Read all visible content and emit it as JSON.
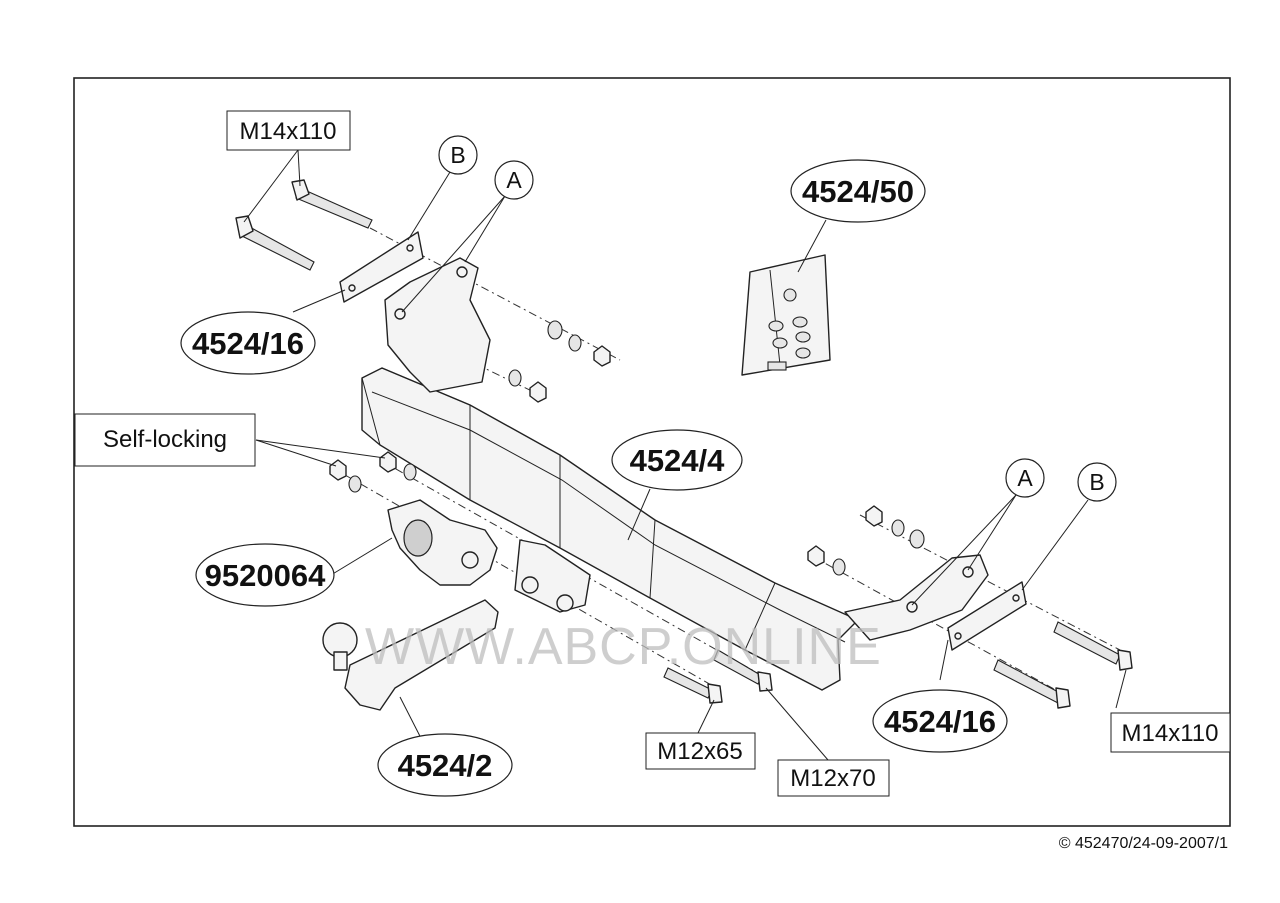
{
  "part_labels": {
    "bracket_left": "4524/16",
    "bracket_right": "4524/16",
    "crossbar": "4524/4",
    "fitting_kit": "4524/50",
    "socket_plate": "9520064",
    "tow_ball": "4524/2"
  },
  "reference_letters": {
    "b_left": "B",
    "a_left": "A",
    "a_right": "A",
    "b_right": "B"
  },
  "bolt_labels": {
    "m14_left": "M14x110",
    "m14_right": "M14x110",
    "m12x65": "M12x65",
    "m12x70": "M12x70"
  },
  "note_self_locking": "Self-locking",
  "watermark": "WWW.ABCP.ONLINE",
  "copyright": "© 452470/24-09-2007/1"
}
